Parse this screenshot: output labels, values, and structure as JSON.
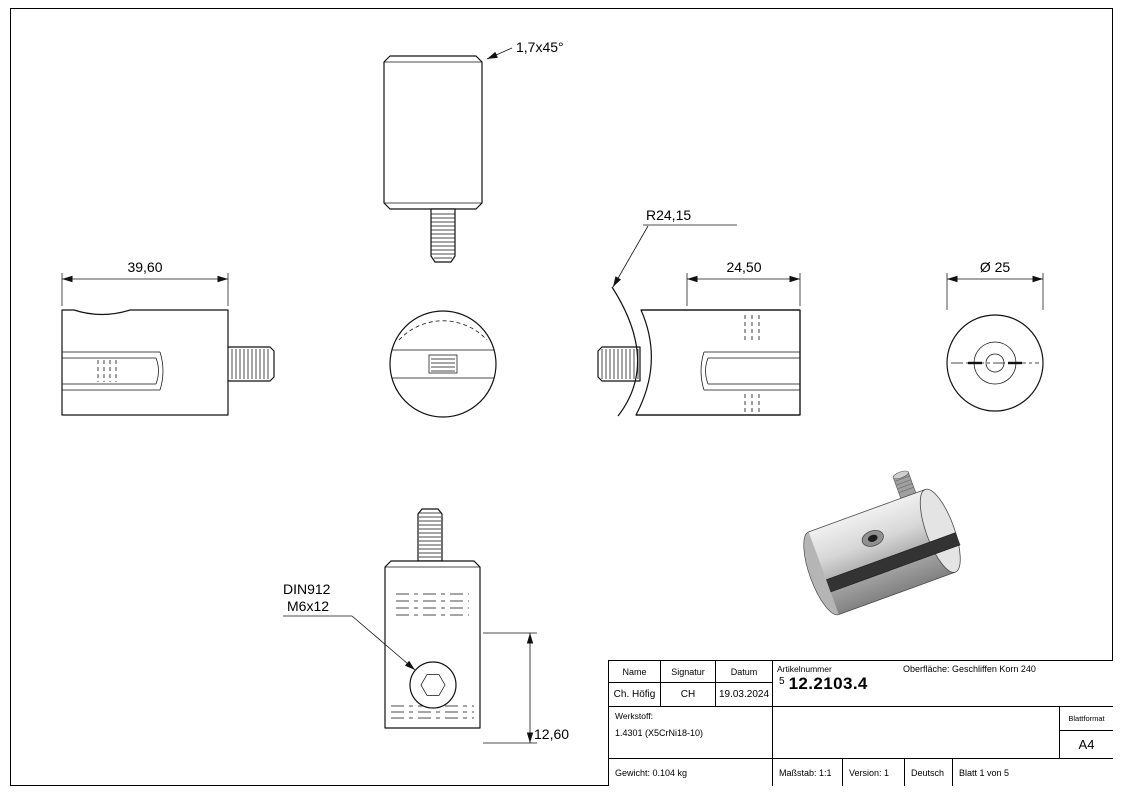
{
  "drawing": {
    "annotations": {
      "chamfer": "1,7x45°",
      "width": "39,60",
      "radius": "R24,15",
      "slot_depth": "24,50",
      "diameter": "Ø 25",
      "screw_norm": "DIN912",
      "screw_thread": "M6x12",
      "offset": "12,60"
    }
  },
  "title_block": {
    "header": {
      "name": "Name",
      "signature": "Signatur",
      "date": "Datum",
      "article": "Artikelnummer",
      "surface_label": "Oberfläche:",
      "surface_value": "Geschliffen Korn 240"
    },
    "row": {
      "name": "Ch. Höfig",
      "signature": "CH",
      "date": "19.03.2024"
    },
    "article": {
      "prefix": "5",
      "number": "12.2103.4"
    },
    "material_label": "Werkstoff:",
    "material_value": "1.4301 (X5CrNi18-10)",
    "format_label": "Blattformat",
    "format_value": "A4",
    "footer": {
      "weight": "Gewicht: 0.104 kg",
      "scale": "Maßstab: 1:1",
      "version": "Version: 1",
      "language": "Deutsch",
      "sheet": "Blatt 1 von 5"
    }
  }
}
